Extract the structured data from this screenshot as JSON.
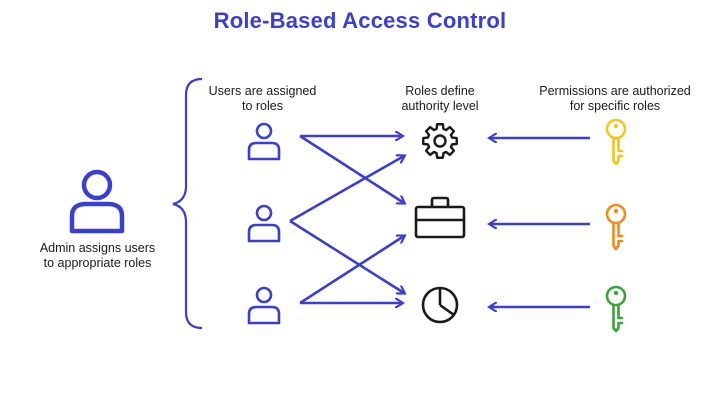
{
  "title": "Role-Based Access Control",
  "admin": {
    "caption_line1": "Admin assigns users",
    "caption_line2": "to appropriate roles"
  },
  "columns": {
    "users": {
      "line1": "Users are assigned",
      "line2": "to roles"
    },
    "roles": {
      "line1": "Roles define",
      "line2": "authority level"
    },
    "permissions": {
      "line1": "Permissions are authorized",
      "line2": "for specific roles"
    }
  },
  "roles": [
    {
      "icon": "gear-icon"
    },
    {
      "icon": "briefcase-icon"
    },
    {
      "icon": "pie-chart-icon"
    }
  ],
  "keys": [
    {
      "icon": "key-icon",
      "color": "#f2c518"
    },
    {
      "icon": "key-icon",
      "color": "#f28a1a"
    },
    {
      "icon": "key-icon",
      "color": "#3aa33a"
    }
  ],
  "colors": {
    "accent": "#3a3fd4",
    "icon_stroke": "#1a1a1a"
  }
}
